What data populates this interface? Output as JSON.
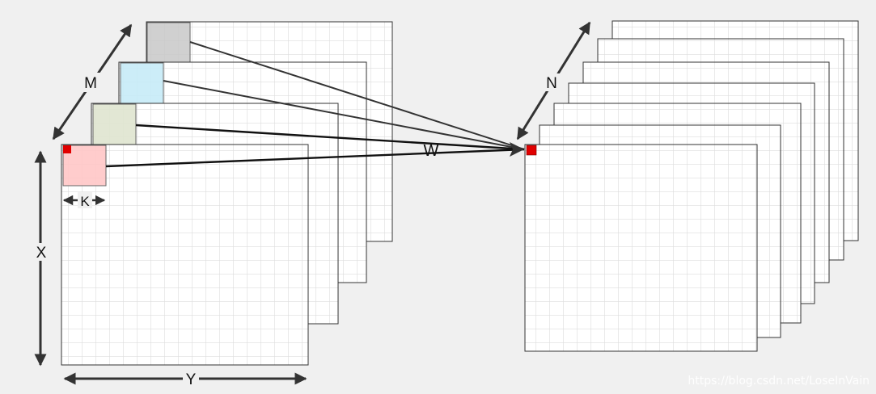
{
  "labels": {
    "m": "M",
    "n": "N",
    "k": "K",
    "x": "X",
    "y": "Y",
    "w": "W"
  },
  "watermark": "https://blog.csdn.net/LoseInVain",
  "colors": {
    "background": "#f0f0f0",
    "grid": "#dddddd",
    "plane_border": "#333333",
    "kernel_gray": "#c8c8c8",
    "kernel_blue": "#c6ebf7",
    "kernel_green": "#dfe4cf",
    "kernel_red": "#ffc6c6",
    "marker": "#e00000",
    "arrow": "#333333"
  }
}
